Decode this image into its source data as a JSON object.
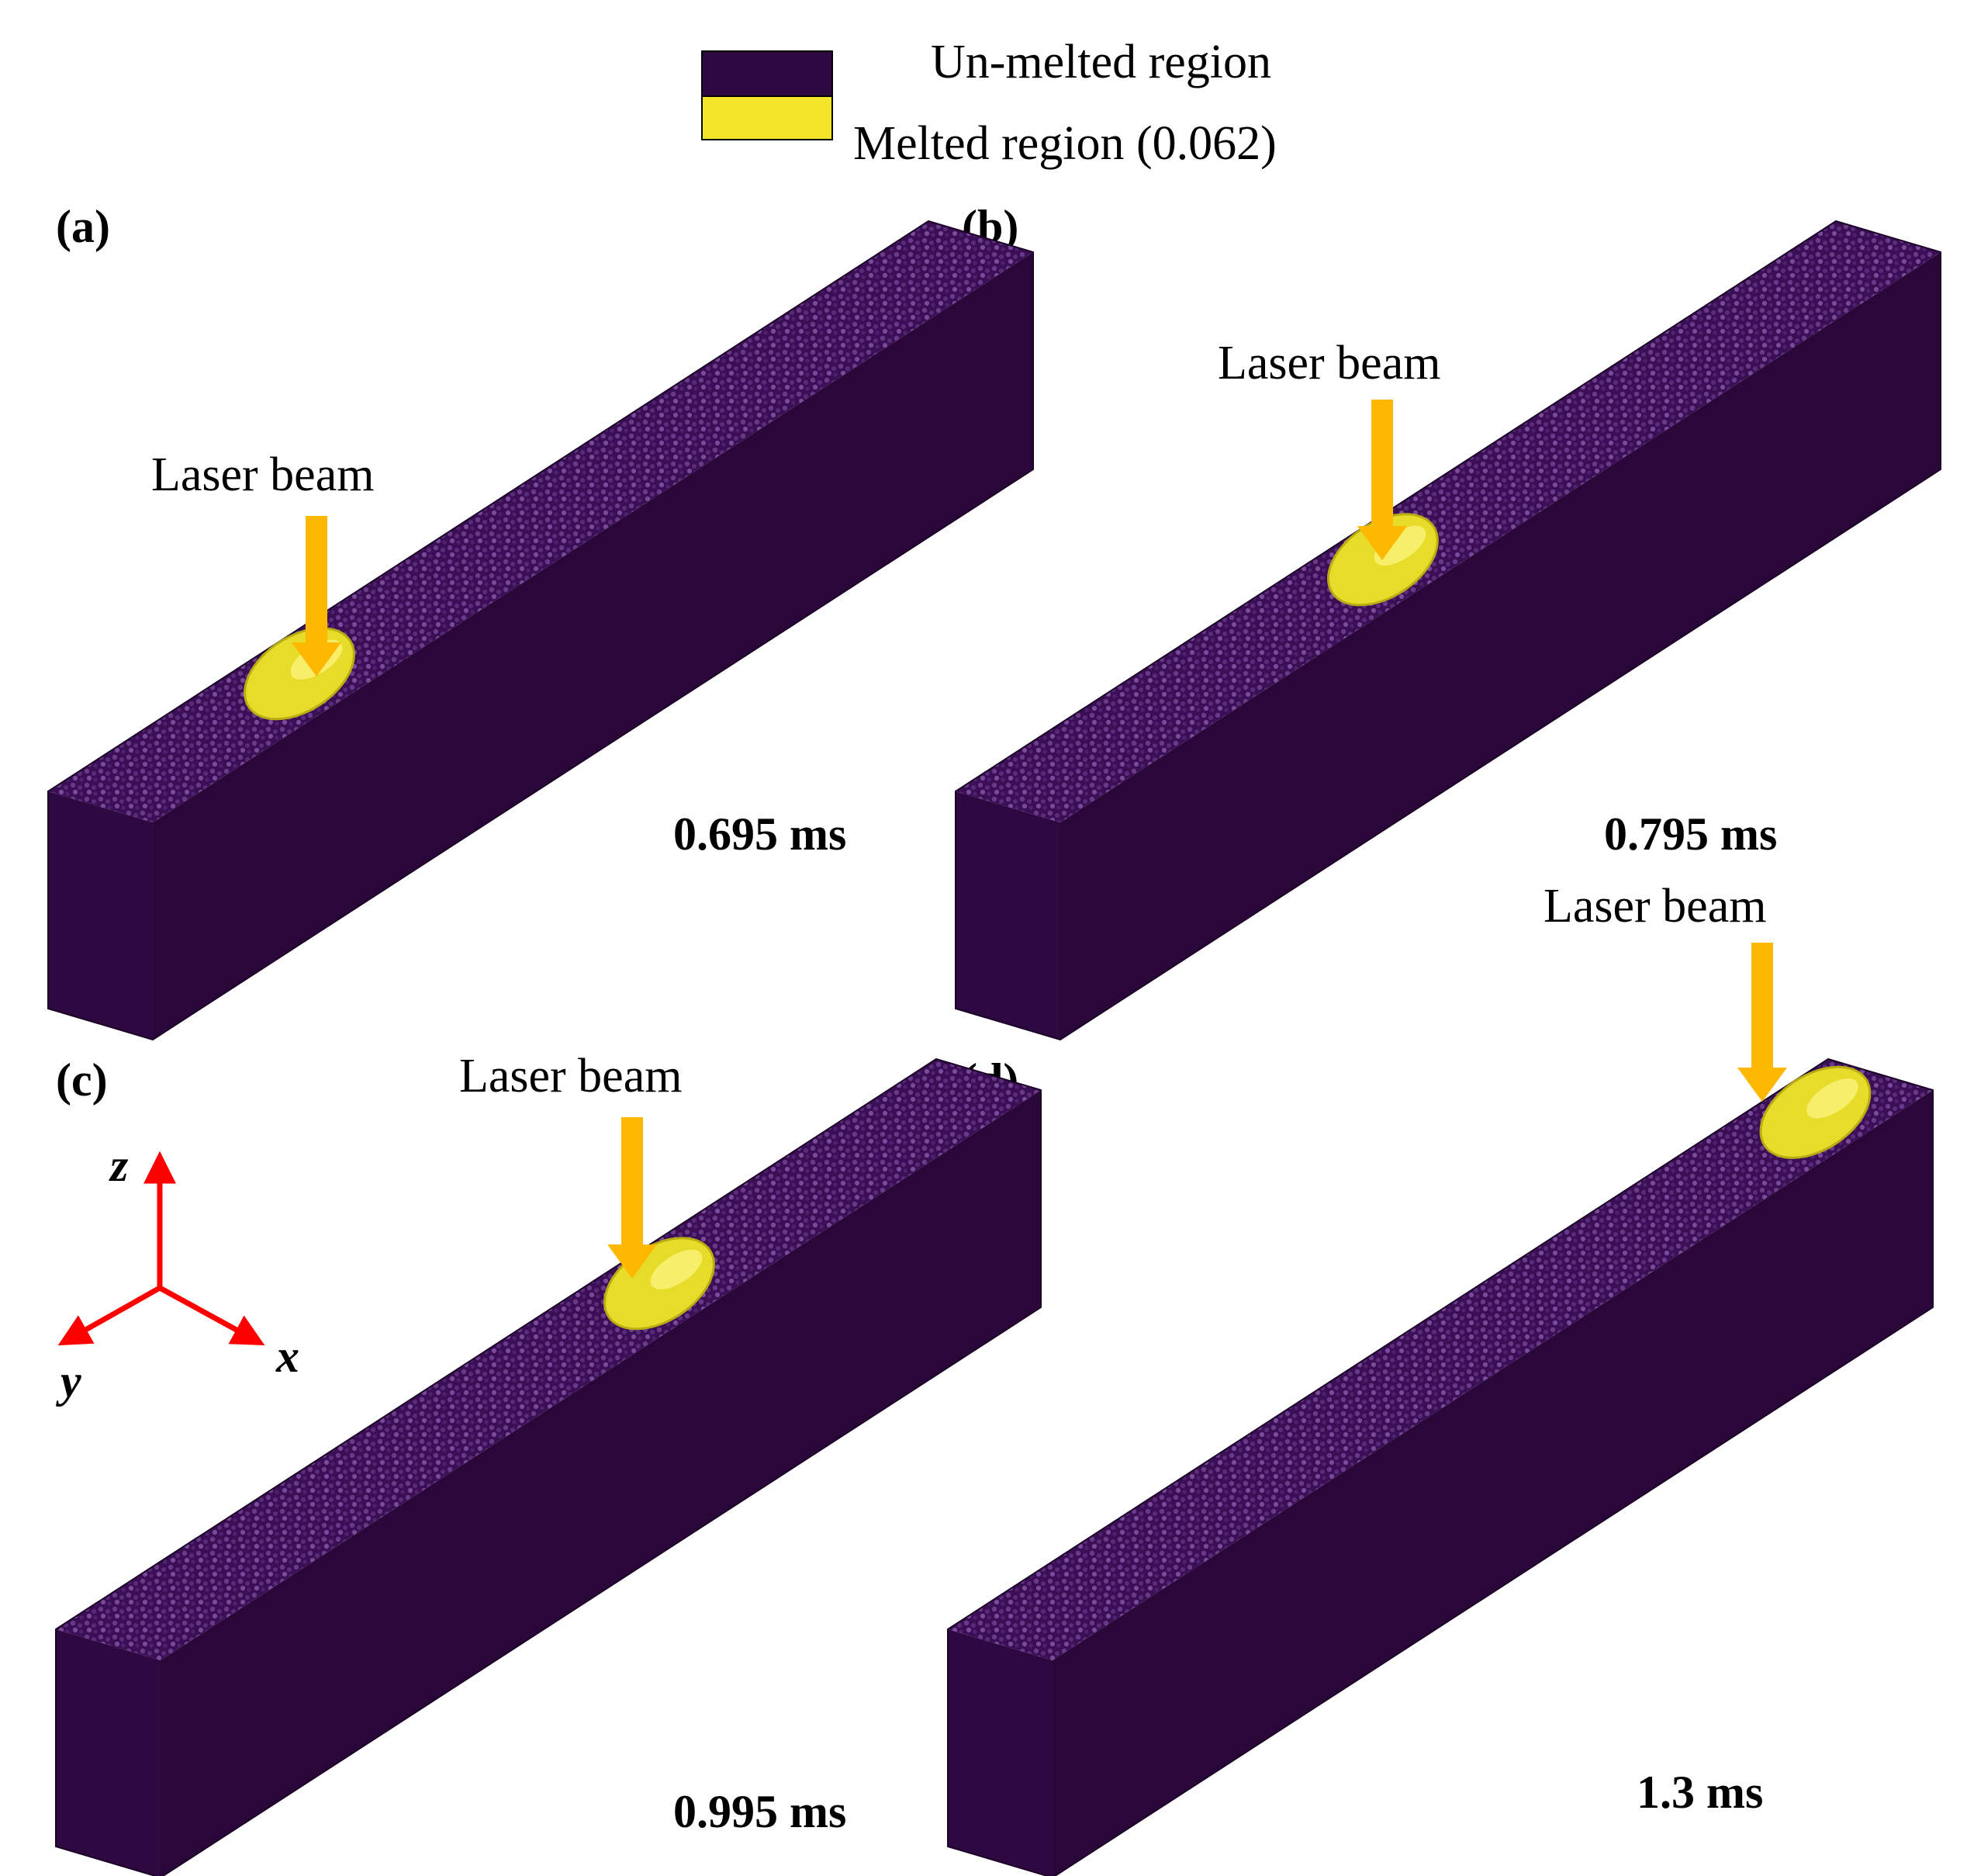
{
  "legend": {
    "items": [
      {
        "label": "Un-melted region",
        "color": "#2e0840"
      },
      {
        "label": "Melted region (0.062)",
        "color": "#f5e52a"
      }
    ]
  },
  "colors": {
    "solid": "#2e0840",
    "solid_top": "#3a0d52",
    "powder": "#5a2a7a",
    "melt": "#e8dc2a",
    "melt_edge": "#b9ad12",
    "arrow": "#ffb800",
    "axis": "#ff0000"
  },
  "panels": [
    {
      "id": "a",
      "label": "(a)",
      "time": "0.695 ms",
      "beam_label": "Laser beam",
      "pool_position": 0.22
    },
    {
      "id": "b",
      "label": "(b)",
      "time": "0.795 ms",
      "beam_label": "Laser beam",
      "pool_position": 0.42
    },
    {
      "id": "c",
      "label": "(c)",
      "time": "0.995 ms",
      "beam_label": "Laser beam",
      "pool_position": 0.62
    },
    {
      "id": "d",
      "label": "(d)",
      "time": "1.3 ms",
      "beam_label": "Laser beam",
      "pool_position": 0.92
    }
  ],
  "axes": {
    "z": "z",
    "y": "y",
    "x": "x"
  }
}
